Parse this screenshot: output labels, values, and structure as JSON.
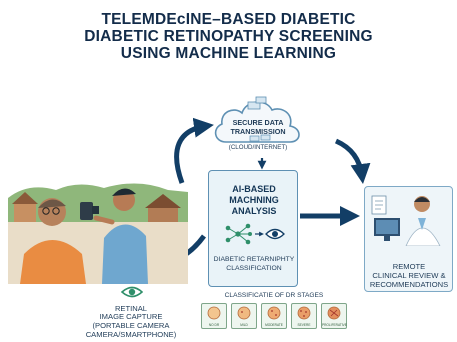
{
  "title": {
    "line1": "TELEMDEсINE–BASED DIABETIC",
    "line2": "DIABETIC RETINOPATHY SCREENING",
    "line3": "USING MACHINE LEARNING"
  },
  "cloud": {
    "line1": "SECURE DATA",
    "line2": "TRANSMISSION",
    "line3": "(CLOUD/INTERNET)"
  },
  "ai_box": {
    "line1": "AI-BASED",
    "line2": "MACHNING",
    "line3": "ANALYSIS",
    "sub1": "DIABETIC RETARNIPHTY",
    "sub2": "CLASSIFICATION"
  },
  "remote": {
    "line1": "REMOTE",
    "line2": "CLINICAL REVIEW &",
    "line3": "RECOMMENDATIONS"
  },
  "capture": {
    "line1": "RETINAL",
    "line2": "IMAGE CAPTURE",
    "line3": "(PORTABLE CAMERA",
    "line4": "CAMERA/SMARTPHONE)"
  },
  "stages": {
    "title": "CLASSIFICATIE OF DR STAGES",
    "items": [
      "NO DR",
      "MILD",
      "MODERATE",
      "SEVERE",
      "PROLIFERATIVE"
    ]
  },
  "colors": {
    "navy": "#123e66",
    "box_border": "#5e90b3",
    "stage_green": "#7fa68a"
  }
}
